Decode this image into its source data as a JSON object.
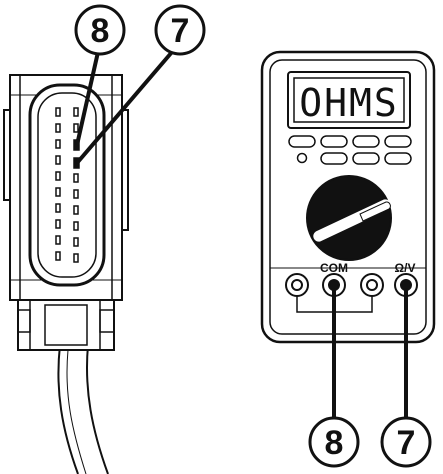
{
  "callouts": {
    "top_left": "8",
    "top_right": "7",
    "bottom_left": "8",
    "bottom_right": "7"
  },
  "multimeter": {
    "display": "OHMS",
    "com_label": "COM",
    "ohm_volt_label": "Ω/V"
  },
  "colors": {
    "stroke": "#111111",
    "fill": "#ffffff",
    "dial_fill": "#111111"
  }
}
